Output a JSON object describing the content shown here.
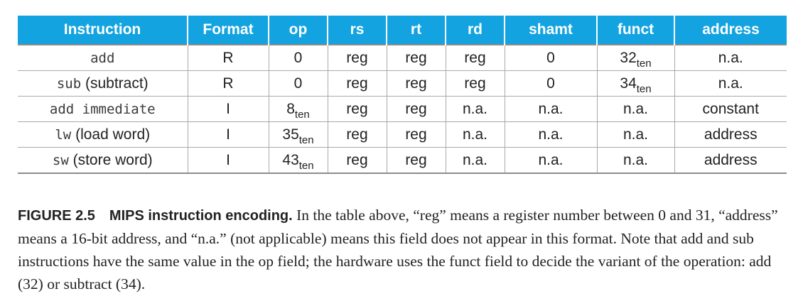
{
  "table": {
    "headers": [
      "Instruction",
      "Format",
      "op",
      "rs",
      "rt",
      "rd",
      "shamt",
      "funct",
      "address"
    ],
    "rows": [
      {
        "instr_code": "add",
        "instr_desc": "",
        "format": "R",
        "op": "0",
        "op_sub": "",
        "rs": "reg",
        "rt": "reg",
        "rd": "reg",
        "shamt": "0",
        "funct": "32",
        "funct_sub": "ten",
        "address": "n.a."
      },
      {
        "instr_code": "sub",
        "instr_desc": " (subtract)",
        "format": "R",
        "op": "0",
        "op_sub": "",
        "rs": "reg",
        "rt": "reg",
        "rd": "reg",
        "shamt": "0",
        "funct": "34",
        "funct_sub": "ten",
        "address": "n.a."
      },
      {
        "instr_code": "add immediate",
        "instr_desc": "",
        "format": "I",
        "op": "8",
        "op_sub": "ten",
        "rs": "reg",
        "rt": "reg",
        "rd": "n.a.",
        "shamt": "n.a.",
        "funct": "n.a.",
        "funct_sub": "",
        "address": "constant"
      },
      {
        "instr_code": "lw",
        "instr_desc": " (load word)",
        "format": "I",
        "op": "35",
        "op_sub": "ten",
        "rs": "reg",
        "rt": "reg",
        "rd": "n.a.",
        "shamt": "n.a.",
        "funct": "n.a.",
        "funct_sub": "",
        "address": "address"
      },
      {
        "instr_code": "sw",
        "instr_desc": " (store word)",
        "format": "I",
        "op": "43",
        "op_sub": "ten",
        "rs": "reg",
        "rt": "reg",
        "rd": "n.a.",
        "shamt": "n.a.",
        "funct": "n.a.",
        "funct_sub": "",
        "address": "address"
      }
    ]
  },
  "caption": {
    "figure_number": "FIGURE 2.5",
    "title": "MIPS instruction encoding.",
    "text": "In the table above, “reg” means a register number between 0 and 31, “address” means a 16-bit address, and “n.a.” (not applicable) means this field does not appear in this format. Note that add and sub instructions have the same value in the op field; the hardware uses the funct field to decide the variant of the operation: add (32) or subtract (34)."
  },
  "colors": {
    "header_bg": "#12a3e0",
    "header_text": "#ffffff",
    "grid_line": "#a9a9a9"
  }
}
